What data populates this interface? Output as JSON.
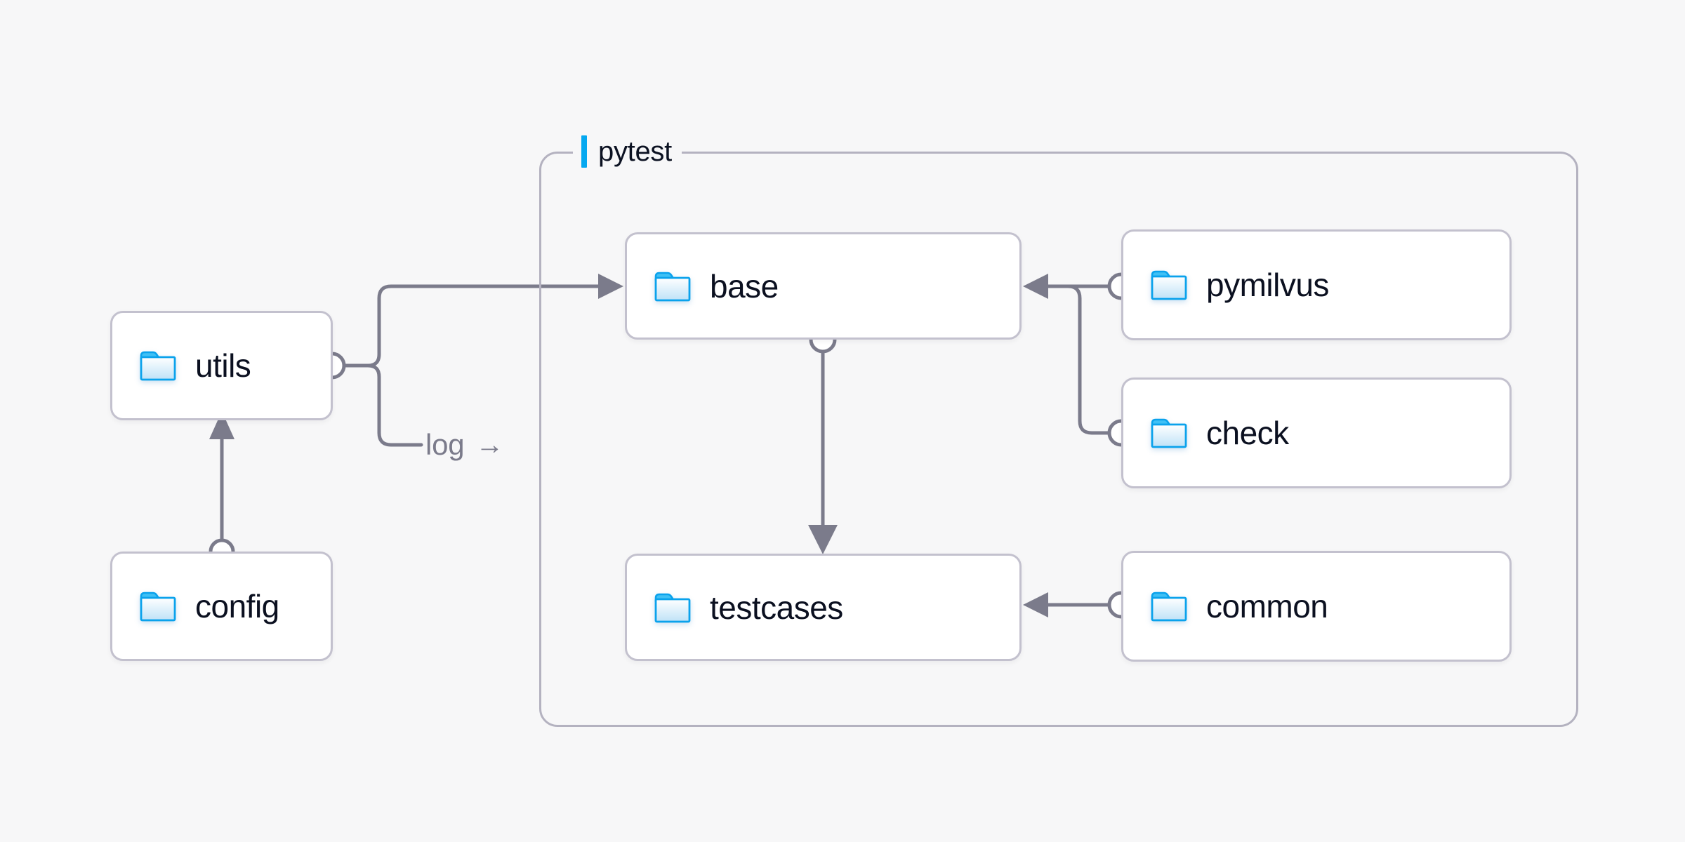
{
  "diagram": {
    "title": "pytest test framework module dependency diagram",
    "background_color": "#f7f7f8",
    "accent_color": "#05a8f0",
    "connector_color": "#7b7b8b",
    "node_border_color": "#c3c1ce",
    "text_color": "#0b1020"
  },
  "group": {
    "label": "pytest",
    "accent_color": "#05a8f0"
  },
  "nodes": [
    {
      "id": "utils",
      "label": "utils",
      "icon": "folder-icon"
    },
    {
      "id": "config",
      "label": "config",
      "icon": "folder-icon"
    },
    {
      "id": "base",
      "label": "base",
      "icon": "folder-icon"
    },
    {
      "id": "testcases",
      "label": "testcases",
      "icon": "folder-icon"
    },
    {
      "id": "pymilvus",
      "label": "pymilvus",
      "icon": "folder-icon"
    },
    {
      "id": "check",
      "label": "check",
      "icon": "folder-icon"
    },
    {
      "id": "common",
      "label": "common",
      "icon": "folder-icon"
    }
  ],
  "edges": [
    {
      "id": "config-to-utils",
      "from": "config",
      "to": "utils",
      "label": ""
    },
    {
      "id": "utils-to-base",
      "from": "utils",
      "to": "base",
      "label": ""
    },
    {
      "id": "utils-log-branch",
      "from": "utils",
      "to": "",
      "label": "log",
      "arrow_glyph": "→"
    },
    {
      "id": "base-to-testcases",
      "from": "base",
      "to": "testcases",
      "label": ""
    },
    {
      "id": "pymilvus-to-base",
      "from": "pymilvus",
      "to": "base",
      "label": ""
    },
    {
      "id": "check-to-base",
      "from": "check",
      "to": "base",
      "label": ""
    },
    {
      "id": "common-to-testcases",
      "from": "common",
      "to": "testcases",
      "label": ""
    }
  ]
}
